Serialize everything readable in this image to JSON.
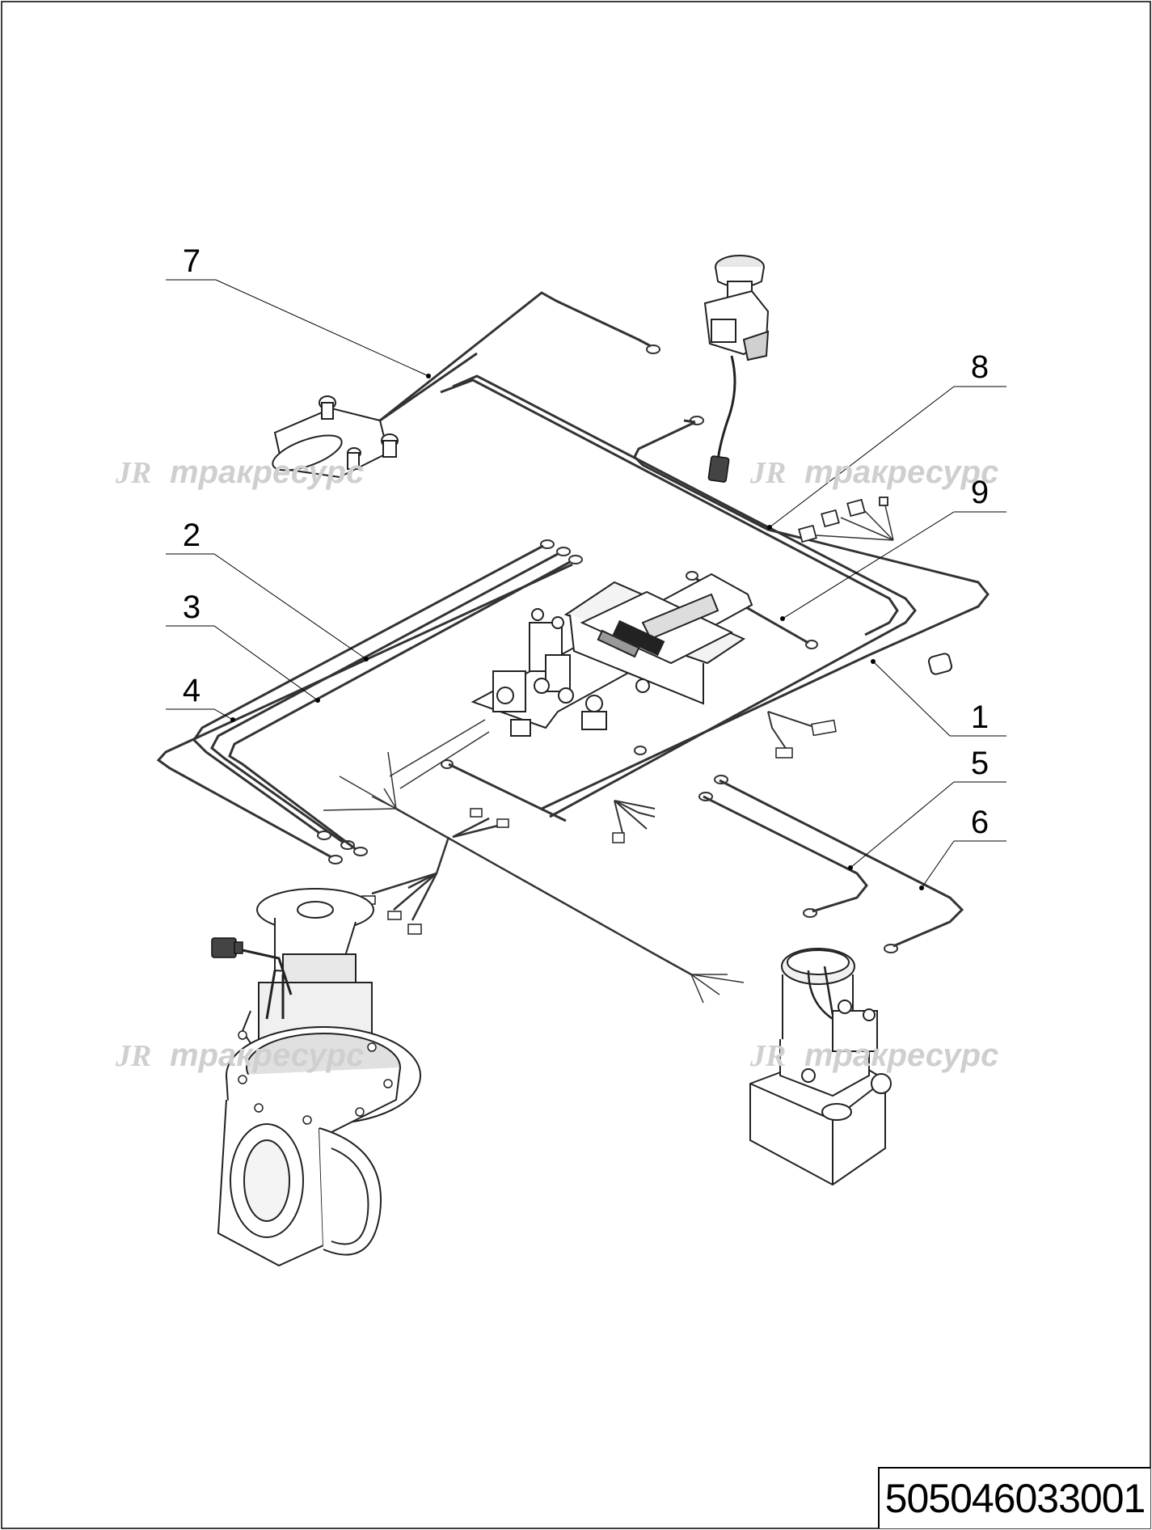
{
  "callouts": [
    {
      "number": "1"
    },
    {
      "number": "2"
    },
    {
      "number": "3"
    },
    {
      "number": "4"
    },
    {
      "number": "5"
    },
    {
      "number": "6"
    },
    {
      "number": "7"
    },
    {
      "number": "8"
    },
    {
      "number": "9"
    }
  ],
  "watermarks": [
    {
      "logo": "JR",
      "text": "тракресурс"
    },
    {
      "logo": "JR",
      "text": "тракресурс"
    },
    {
      "logo": "JR",
      "text": "тракресурс"
    },
    {
      "logo": "JR",
      "text": "тракресурс"
    }
  ],
  "drawing_number": "505046033001"
}
